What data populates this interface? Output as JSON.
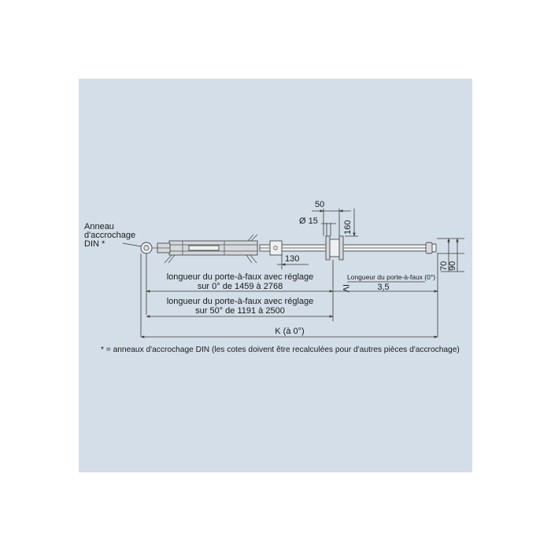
{
  "colors": {
    "background": "#ffffff",
    "panel": "#d3dee8",
    "line": "#3a3a3a"
  },
  "labels": {
    "ring_line1": "Anneau",
    "ring_line2": "d'accrochage",
    "ring_line3": "DIN *",
    "dim_50": "50",
    "dim_d15": "Ø 15",
    "dim_160": "160",
    "dim_130": "130",
    "dim_70": "70",
    "dim_90": "90",
    "range0_line1": "longueur du porte-à-faux avec réglage",
    "range0_line2": "sur 0° de 1459 à 2768",
    "range50_line1": "longueur du porte-à-faux avec réglage",
    "range50_line2": "sur 50° de 1191 à 2500",
    "k_label": "K (à 0°)",
    "iv_label": "IV",
    "iv_top": "Longueur du porte-à-faux (0°)",
    "iv_bottom": "3,5",
    "footnote": "* = anneaux d'accrochage DIN (les cotes doivent être recalculées pour d'autres pièces d'accrochage)"
  }
}
